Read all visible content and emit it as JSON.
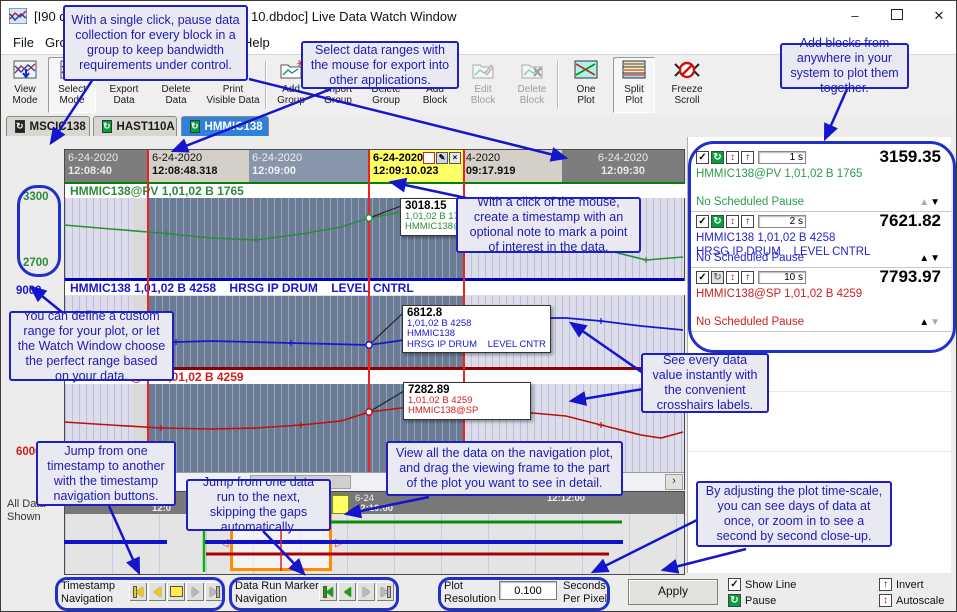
{
  "window": {
    "title_prefix": "[I90 d",
    "title_suffix": "10.dbdoc] Live Data Watch Window",
    "minimize": "–",
    "maximize": "❒",
    "close": "✕"
  },
  "menu": {
    "items": [
      "File",
      "Groups",
      "Help"
    ]
  },
  "toolbar": {
    "buttons": [
      {
        "label1": "View",
        "label2": "Mode",
        "icon": "view-mode"
      },
      {
        "label1": "Select",
        "label2": "Mode",
        "icon": "select-mode",
        "pressed": true
      },
      {
        "label1": "Export",
        "label2": "Data",
        "icon": "export-data"
      },
      {
        "label1": "Delete",
        "label2": "Data",
        "icon": "delete-data"
      },
      {
        "label1": "Print",
        "label2": "Visible Data",
        "icon": "print"
      },
      {
        "label1": "Add",
        "label2": "Group",
        "icon": "add-group"
      },
      {
        "label1": "Import",
        "label2": "Group",
        "icon": "import-group"
      },
      {
        "label1": "Delete",
        "label2": "Group",
        "icon": "delete-group"
      },
      {
        "label1": "Add",
        "label2": "Block",
        "icon": "add-block"
      },
      {
        "label1": "Edit",
        "label2": "Block",
        "icon": "edit-block",
        "disabled": true
      },
      {
        "label1": "Delete",
        "label2": "Block",
        "icon": "delete-block",
        "disabled": true
      },
      {
        "label1": "One",
        "label2": "Plot",
        "icon": "one-plot"
      },
      {
        "label1": "Split",
        "label2": "Plot",
        "icon": "split-plot",
        "pressed": true
      },
      {
        "label1": "Freeze",
        "label2": "Scroll",
        "icon": "freeze-scroll"
      }
    ]
  },
  "tabs": [
    {
      "label": "MSCIC138",
      "selected": false
    },
    {
      "label": "HAST110A",
      "selected": false
    },
    {
      "label": "HMMIC138",
      "selected": true
    }
  ],
  "plot": {
    "timestamps": [
      {
        "date": "6-24-2020",
        "time": "12:08:40",
        "style": "dark"
      },
      {
        "date": "6-24-2020",
        "time": "12:08:48.318",
        "style": "light"
      },
      {
        "date": "6-24-2020",
        "time": "12:09:00",
        "style": "slate"
      },
      {
        "date": "6-24-2020",
        "time": "12:09:10.023",
        "style": "yellow"
      },
      {
        "date": "6-24-2020",
        "time": "12:09:17.919",
        "style": "light-clip"
      },
      {
        "date": "6-24-2020",
        "time": "12:09:30",
        "style": "dark-center"
      }
    ],
    "axis_labels": [
      {
        "text": "3300",
        "color": "#2e8b3d"
      },
      {
        "text": "2700",
        "color": "#2e8b3d"
      },
      {
        "text": "9000",
        "color": "#1818cc"
      },
      {
        "text": "6000",
        "color": "#cc1f1f"
      }
    ],
    "strips": [
      {
        "text": "HMMIC138@PV 1,01,02 B 1765",
        "color": "#2e8b3d"
      },
      {
        "text": "HMMIC138 1,01,02 B 4258    HRSG IP DRUM    LEVEL CNTRL",
        "color": "#1818cc"
      },
      {
        "text": "HMMIC138@SP 1,01,02 B 4259",
        "color": "#cc1f1f"
      }
    ],
    "crosshairs": [
      {
        "value": "3018.15",
        "lines": [
          "1,01,02 B 1765",
          "HMMIC138@PV"
        ],
        "color": "#2e8b3d"
      },
      {
        "value": "6812.8",
        "lines": [
          "1,01,02 B 4258",
          "HMMIC138",
          "HRSG IP DRUM    LEVEL CNTR"
        ],
        "color": "#1818cc"
      },
      {
        "value": "7282.89",
        "lines": [
          "1,01,02 B 4259",
          "HMMIC138@SP"
        ],
        "color": "#cc1f1f"
      }
    ],
    "curves": {
      "green": [
        [
          63,
          224
        ],
        [
          110,
          228
        ],
        [
          160,
          232
        ],
        [
          210,
          237
        ],
        [
          255,
          239
        ],
        [
          300,
          233
        ],
        [
          340,
          226
        ],
        [
          368,
          217
        ],
        [
          405,
          210
        ],
        [
          445,
          206
        ],
        [
          485,
          210
        ],
        [
          525,
          221
        ],
        [
          565,
          236
        ],
        [
          605,
          249
        ],
        [
          645,
          259
        ],
        [
          682,
          256
        ]
      ],
      "blue": [
        [
          63,
          352
        ],
        [
          100,
          347
        ],
        [
          140,
          344
        ],
        [
          175,
          341
        ],
        [
          210,
          340
        ],
        [
          250,
          341
        ],
        [
          290,
          342
        ],
        [
          330,
          343
        ],
        [
          368,
          344
        ],
        [
          410,
          338
        ],
        [
          450,
          329
        ],
        [
          490,
          321
        ],
        [
          530,
          317
        ],
        [
          565,
          317
        ],
        [
          600,
          320
        ],
        [
          640,
          325
        ],
        [
          682,
          329
        ]
      ],
      "red": [
        [
          63,
          421
        ],
        [
          110,
          424
        ],
        [
          160,
          427
        ],
        [
          210,
          428
        ],
        [
          255,
          427
        ],
        [
          300,
          424
        ],
        [
          340,
          420
        ],
        [
          368,
          411
        ],
        [
          400,
          407
        ],
        [
          440,
          406
        ],
        [
          480,
          408
        ],
        [
          520,
          411
        ],
        [
          565,
          415
        ],
        [
          600,
          424
        ],
        [
          640,
          434
        ],
        [
          660,
          437
        ],
        [
          682,
          431
        ]
      ]
    }
  },
  "nav": {
    "all_data": "All Data",
    "shown": "Shown",
    "timestamps": [
      {
        "line1": "6-24",
        "line2": "12:0"
      },
      {
        "line1": "6-24",
        "line2": "12:10:00"
      },
      {
        "line1": "",
        "line2": "12:12:00"
      }
    ]
  },
  "panel": {
    "blocks": [
      {
        "interval": "1 s",
        "value": "3159.35",
        "name": "HMMIC138@PV 1,01,02 B 1765",
        "desc": "",
        "pause": "No Scheduled Pause",
        "color": "#2d9a4f",
        "up": "#aaaaaa",
        "down": "#000000",
        "pause_icon": "green"
      },
      {
        "interval": "2 s",
        "value": "7621.82",
        "name": "HMMIC138 1,01,02 B 4258",
        "desc": "HRSG IP DRUM    LEVEL CNTRL",
        "pause": "No Scheduled Pause",
        "color": "#2424cc",
        "up": "#000000",
        "down": "#000000",
        "pause_icon": "green"
      },
      {
        "interval": "10 s",
        "value": "7793.97",
        "name": "HMMIC138@SP 1,01,02 B 4259",
        "desc": "",
        "pause": "No Scheduled Pause",
        "color": "#cc1f1f",
        "up": "#000000",
        "down": "#aaaaaa",
        "pause_icon": "gray"
      }
    ]
  },
  "bottom": {
    "timestamp_nav": {
      "label1": "Timestamp",
      "label2": "Navigation"
    },
    "data_run_nav": {
      "label1": "Data Run Marker",
      "label2": "Navigation"
    },
    "plot_resolution": {
      "label1": "Plot",
      "label2": "Resolution",
      "value": "0.100",
      "unit1": "Seconds",
      "unit2": "Per Pixel",
      "apply": "Apply"
    },
    "legend": {
      "show_line": "Show Line",
      "pause": "Pause",
      "invert": "Invert",
      "autoscale": "Autoscale"
    }
  },
  "callouts": [
    {
      "id": "pause-collection",
      "text": "With a single click, pause data collection for every block in a group to keep bandwidth requirements under control."
    },
    {
      "id": "select-ranges",
      "text": "Select data ranges with the mouse for export into other applications."
    },
    {
      "id": "add-blocks",
      "text": "Add blocks from anywhere in your system to plot them together."
    },
    {
      "id": "create-timestamp",
      "text": "With a click of the mouse, create a timestamp with an optional note to mark a point of interest in the data."
    },
    {
      "id": "custom-range",
      "text": "You can define a custom range for your plot, or let the Watch Window choose the perfect range based on your data."
    },
    {
      "id": "crosshairs",
      "text": "See every data value instantly with the convenient crosshairs labels."
    },
    {
      "id": "timestamp-nav",
      "text": "Jump from one timestamp to another with the timestamp navigation buttons."
    },
    {
      "id": "data-run-nav",
      "text": "Jump from one data run to the next, skipping the gaps automatically."
    },
    {
      "id": "navigation-plot",
      "text": "View all the data on the navigation plot, and drag the viewing frame to the part of the plot you want to see in detail."
    },
    {
      "id": "time-scale",
      "text": "By adjusting the plot time-scale, you can see days of data at once, or zoom in to see a second by second close-up."
    }
  ],
  "colors": {
    "callout_blue": "#2020c0",
    "selected_tab": "#2e80d8",
    "band_dark": "#6b7c92",
    "marker_red": "#ee2222",
    "frame_orange": "#ff8c00",
    "series_green": "#2e8b3d",
    "series_blue": "#1818cc",
    "series_red": "#bb1111"
  }
}
